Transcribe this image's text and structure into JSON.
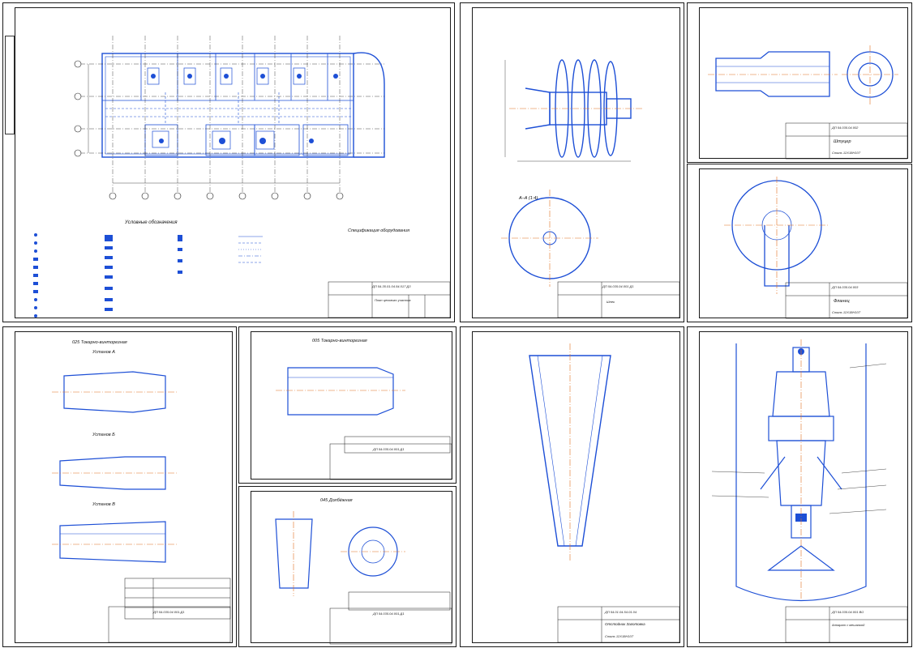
{
  "sheets": {
    "plan": {
      "code": "ДП 54.35.01.04.54.017 Д3",
      "name": "План цехового участка",
      "legend_title": "Условные обозначения",
      "spec_title": "Спецификация оборудования"
    },
    "shnek": {
      "code": "ДП 54.035.04.001 Д1",
      "name": "Шнек",
      "view_label": "А–А (1:4)"
    },
    "shtutser": {
      "code": "ДП 54.035.04.002",
      "name": "Штуцер",
      "mat": "Сталь 12Х18Н10Т"
    },
    "flanets": {
      "code": "ДП 54.035.04.003",
      "name": "Фланец",
      "mat": "Сталь 12Х18Н10Т"
    },
    "route1": {
      "op": "025 Токарно-винторезная",
      "ustanov_a": "Установ А",
      "ustanov_b": "Установ Б",
      "ustanov_v": "Установ В",
      "code": "ДП 54.035.04.001.Д1"
    },
    "route2": {
      "op": "005 Токарно-винторезная",
      "code": "ДП 54.035.04.001.Д1"
    },
    "route3": {
      "op": "045 Долбёжная",
      "code": "ДП 54.035.04.001.Д1"
    },
    "cone": {
      "code": "ДП 54.01.04.54.01.04",
      "name": "Отстойник Заготовка",
      "mat": "Сталь 12Х18Н10Т"
    },
    "assembly": {
      "code": "ДП 54.035.04.001 ВО",
      "name": "Аппарат с мешалкой"
    }
  },
  "colors": {
    "line": "#1d4fd6",
    "ink": "#1a1a1a",
    "axis": "#e07020"
  }
}
